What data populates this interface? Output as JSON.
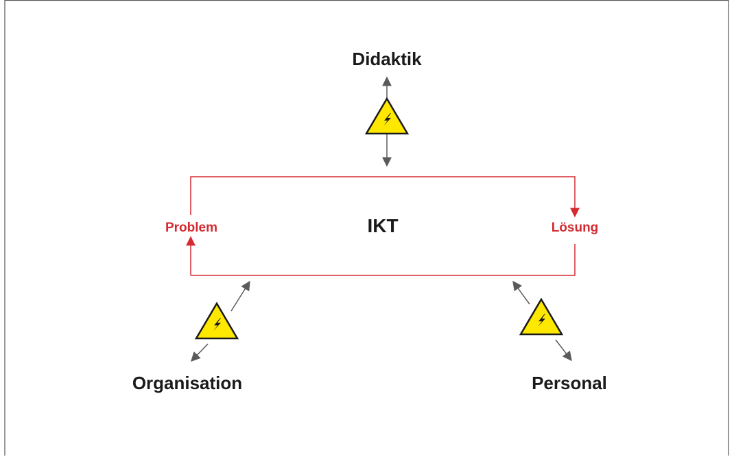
{
  "diagram": {
    "center_label": "IKT",
    "problem_label": "Problem",
    "solution_label": "Lösung",
    "nodes": {
      "top": "Didaktik",
      "left": "Organisation",
      "right": "Personal"
    }
  },
  "colors": {
    "frame_red": "#d42a30",
    "arrow_gray": "#5a5a5a",
    "warning_yellow": "#ffe800",
    "outer_border": "#555555",
    "text_dark": "#1a1a1a"
  },
  "icons": {
    "warning": "high-voltage-warning-icon"
  }
}
